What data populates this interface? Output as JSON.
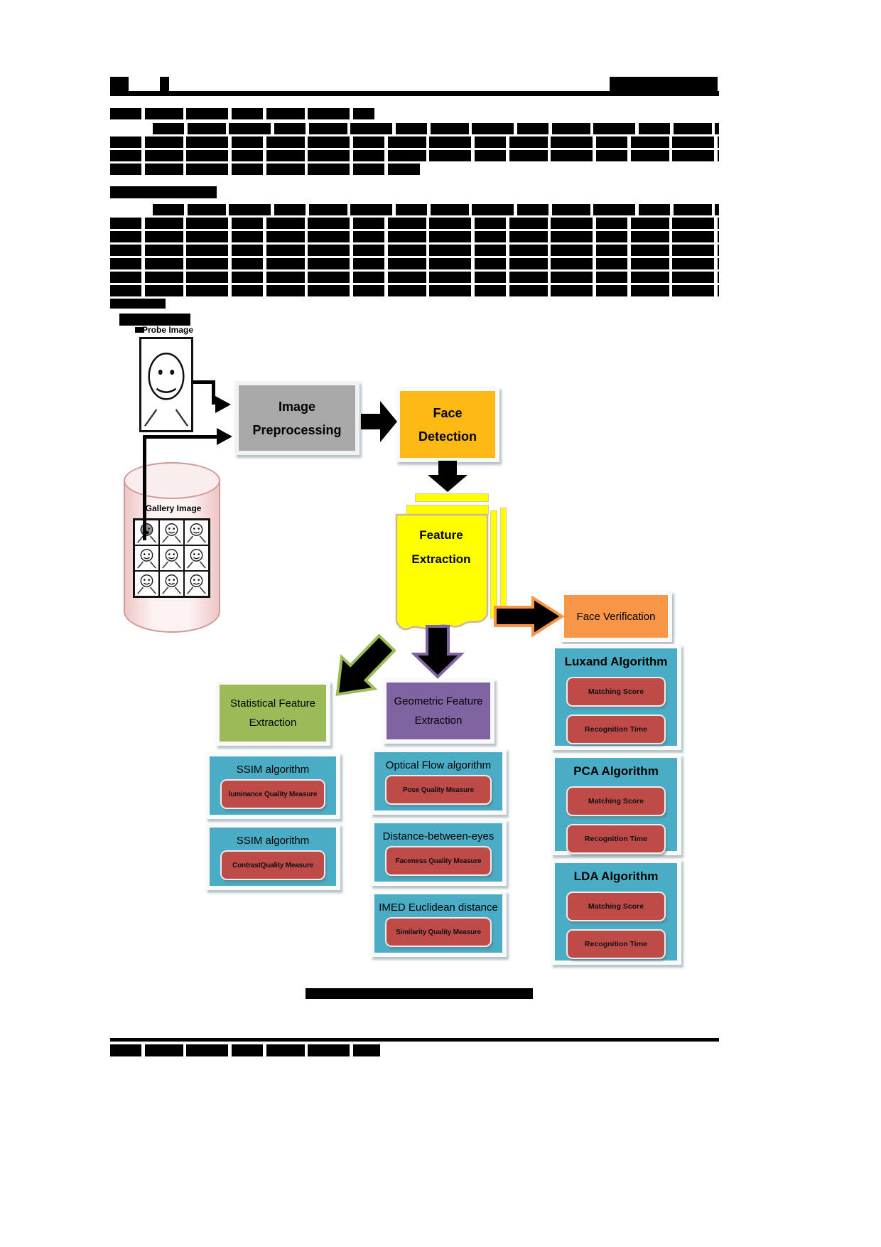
{
  "diagram": {
    "probe_label": "Probe Image",
    "gallery_label": "Gallery Image",
    "gallery_faces": 9,
    "preprocessing_line1": "Image",
    "preprocessing_line2": "Preprocessing",
    "detection_line1": "Face",
    "detection_line2": "Detection",
    "extraction_line1": "Feature",
    "extraction_line2": "Extraction",
    "verification_label": "Face Verification",
    "left": {
      "header_line1": "Statistical Feature",
      "header_line2": "Extraction",
      "boxes": [
        {
          "title": "SSIM algorithm",
          "measure": "luminance Quality Measure"
        },
        {
          "title": "SSIM algorithm",
          "measure": "ContrastQuality Measure"
        }
      ]
    },
    "middle": {
      "header_line1": "Geometric Feature",
      "header_line2": "Extraction",
      "boxes": [
        {
          "title": "Optical Flow algorithm",
          "measure": "Pose Quality Measure"
        },
        {
          "title": "Distance-between-eyes",
          "measure": "Faceness Quality Measure"
        },
        {
          "title": "IMED Euclidean distance",
          "measure": "Similarity Quality Measure"
        }
      ]
    },
    "right": {
      "boxes": [
        {
          "title": "Luxand Algorithm",
          "measure1": "Matching Score",
          "measure2": "Recognition Time"
        },
        {
          "title": "PCA Algorithm",
          "measure1": "Matching Score",
          "measure2": "Recognition Time"
        },
        {
          "title": "LDA Algorithm",
          "measure1": "Matching Score",
          "measure2": "Recognition Time"
        }
      ]
    }
  },
  "colors": {
    "preprocessing_gray": "#a8a8a8",
    "detection_gold": "#fcb813",
    "extraction_yellow": "#ffff00",
    "verification_orange": "#f79646",
    "branch_blue": "#4bacc6",
    "statistical_green": "#9bbb59",
    "geometric_purple": "#8064a2",
    "measure_red": "#be4b48",
    "cylinder_pink": "#f6e4e4"
  },
  "redacted": {
    "bars": [
      [
        155,
        108,
        26,
        20,
        0
      ],
      [
        225,
        108,
        13,
        20,
        0
      ],
      [
        858,
        108,
        152,
        20,
        0
      ],
      [
        155,
        128,
        857,
        7,
        0
      ],
      [
        155,
        152,
        372,
        16,
        1
      ],
      [
        215,
        173,
        797,
        16,
        1
      ],
      [
        155,
        192,
        857,
        16,
        1
      ],
      [
        155,
        211,
        857,
        16,
        1
      ],
      [
        155,
        230,
        436,
        16,
        1
      ],
      [
        155,
        262,
        150,
        17,
        0
      ],
      [
        215,
        287,
        797,
        16,
        1
      ],
      [
        155,
        306,
        857,
        16,
        1
      ],
      [
        155,
        325,
        857,
        16,
        1
      ],
      [
        155,
        344,
        857,
        16,
        1
      ],
      [
        155,
        363,
        857,
        16,
        1
      ],
      [
        155,
        382,
        857,
        16,
        1
      ],
      [
        155,
        401,
        857,
        16,
        1
      ],
      [
        155,
        420,
        78,
        14,
        0
      ],
      [
        168,
        441,
        100,
        17,
        0
      ],
      [
        190,
        460,
        13,
        8,
        0
      ],
      [
        430,
        1390,
        320,
        15,
        0
      ],
      [
        155,
        1460,
        857,
        5,
        0
      ],
      [
        155,
        1469,
        380,
        17,
        1
      ]
    ]
  }
}
